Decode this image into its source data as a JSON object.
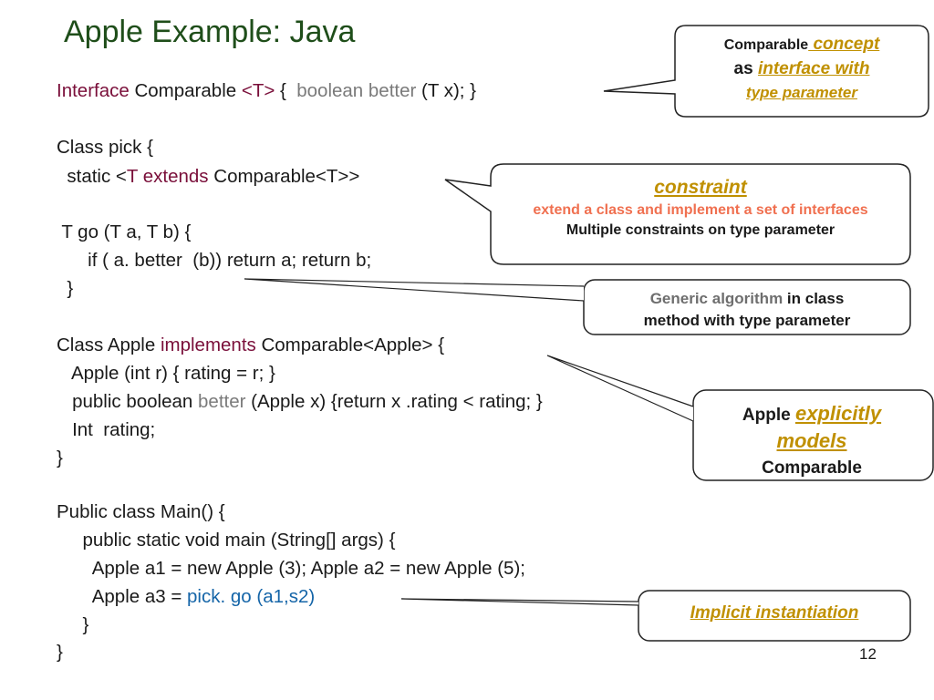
{
  "slide": {
    "title": "Apple Example: Java",
    "page_number": "12"
  },
  "code": {
    "l1_kw": "Interface",
    "l1_a": " Comparable ",
    "l1_tparam": "<T>",
    "l1_b": " {  ",
    "l1_method": "boolean better",
    "l1_c": " (T x); }",
    "l2": "Class pick {",
    "l3_a": "  static <",
    "l3_kw": "T extends",
    "l3_b": " Comparable<T>>",
    "l4": " T go (T a, T b) {",
    "l5": "      if ( a. better  (b)) return a; return b;",
    "l6": "  }",
    "l7_a": "Class Apple ",
    "l7_kw": "implements",
    "l7_b": " Comparable<Apple> {",
    "l8": "   Apple (int r) { rating = r; }",
    "l9_a": "   public boolean ",
    "l9_method": "better",
    "l9_b": " (Apple x) {return x .rating < rating; }",
    "l10": "   Int  rating;",
    "l11": "}",
    "l12": "Public class Main() {",
    "l13": "     public static void main (String[] args) {",
    "l14": "       Apple a1 = new Apple (3); Apple a2 = new Apple (5);",
    "l15_a": "       Apple a3 = ",
    "l15_call": "pick. go (a1,s2)",
    "l16": "     }",
    "l17": "}"
  },
  "callouts": {
    "c1": {
      "w1": "Comparable",
      "w2": " concept",
      "w3": "as ",
      "w4": "interface with",
      "w5": "type parameter"
    },
    "c2": {
      "w1": "constraint",
      "w2": "extend a class and implement a set of interfaces",
      "w3": "Multiple constraints on type parameter"
    },
    "c3": {
      "w1": "Generic algorithm",
      "w2": " in class",
      "w3": "method with type parameter"
    },
    "c4": {
      "w1": "Apple ",
      "w2": "explicitly models",
      "w3": "Comparable"
    },
    "c5": {
      "w1": "Implicit instantiation"
    }
  },
  "colors": {
    "title": "#1f4e1a",
    "keyword": "#7a0f3a",
    "method": "#7a7a7a",
    "call": "#1565a8",
    "callout_accent": "#c09000",
    "constraint_text": "#f07050"
  }
}
